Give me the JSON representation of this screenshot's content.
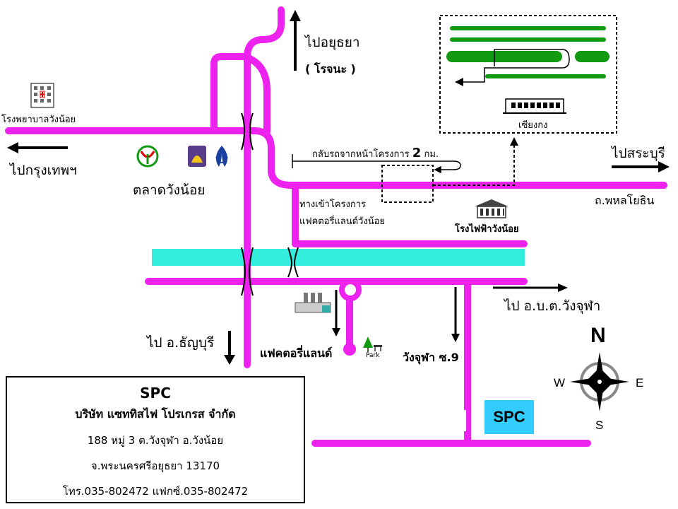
{
  "labels": {
    "to_ayutthaya": "ไปอยุธยา",
    "rojana": "( โรจนะ )",
    "hospital": "โรงพยาบาลวังน้อย",
    "to_bangkok": "ไปกรุงเทพฯ",
    "market": "ตลาดวังน้อย",
    "u_turn": "กลับรถจากหน้าโครงการ",
    "u_turn_distance": "2",
    "u_turn_unit": "กม.",
    "to_saraburi": "ไปสระบุรี",
    "phahonyothin": "ถ.พหลโยธิน",
    "entrance_line1": "ทางเข้าโครงการ",
    "entrance_line2": "แฟคตอรี่แลนด์วังน้อย",
    "power_plant": "โรงไฟฟ้าวังน้อย",
    "xiang_kong": "เซียงกง",
    "to_wang_chula": "ไป อ.บ.ต.วังจุฬา",
    "to_thanyaburi": "ไป อ.ธัญบุรี",
    "factory_land": "แฟคตอรี่แลนด์",
    "park": "Park",
    "wang_chula_soi": "วังจุฬา ซ.9"
  },
  "compass": {
    "n": "N",
    "s": "S",
    "e": "E",
    "w": "W"
  },
  "info": {
    "name": "SPC",
    "company": "บริษัท แซททิสไฟ โปรเกรส จำกัด",
    "address1": "188 หมู่ 3 ต.วังจุฬา อ.วังน้อย",
    "address2": "จ.พระนครศรีอยุธยา 13170",
    "phone": "โทร.035-802472  แฟกซ์.035-802472"
  },
  "badge": "SPC",
  "colors": {
    "road": "#ee22ee",
    "river": "#33eedd",
    "green": "#119911",
    "badge": "#33ccff"
  }
}
